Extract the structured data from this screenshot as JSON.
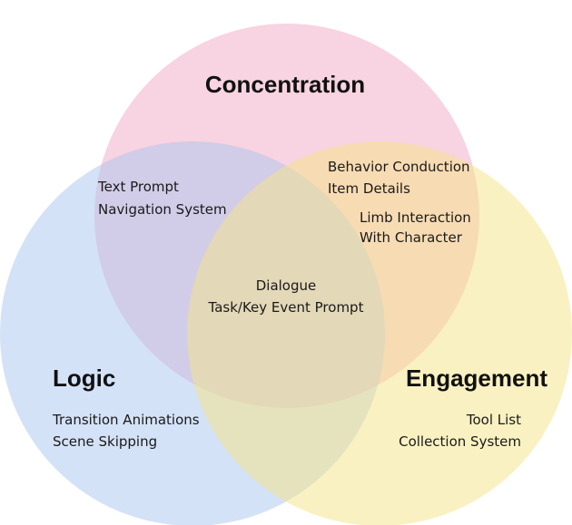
{
  "circles": [
    {
      "id": "concentration",
      "label": "Concentration",
      "color": "#f2a7c3"
    },
    {
      "id": "logic",
      "label": "Logic",
      "color": "#a9c5f0"
    },
    {
      "id": "engagement",
      "label": "Engagement",
      "color": "#f5e486"
    }
  ],
  "regions": {
    "concentration_logic": [
      "Text Prompt",
      "Navigation System"
    ],
    "concentration_engagement_a": [
      "Behavior Conduction",
      "Item Details"
    ],
    "concentration_engagement_b": [
      "Limb Interaction",
      "With Character"
    ],
    "center": [
      "Dialogue",
      "Task/Key Event Prompt"
    ],
    "logic_only": [
      "Transition Animations",
      "Scene Skipping"
    ],
    "engagement_only": [
      "Tool List",
      "Collection System"
    ]
  }
}
